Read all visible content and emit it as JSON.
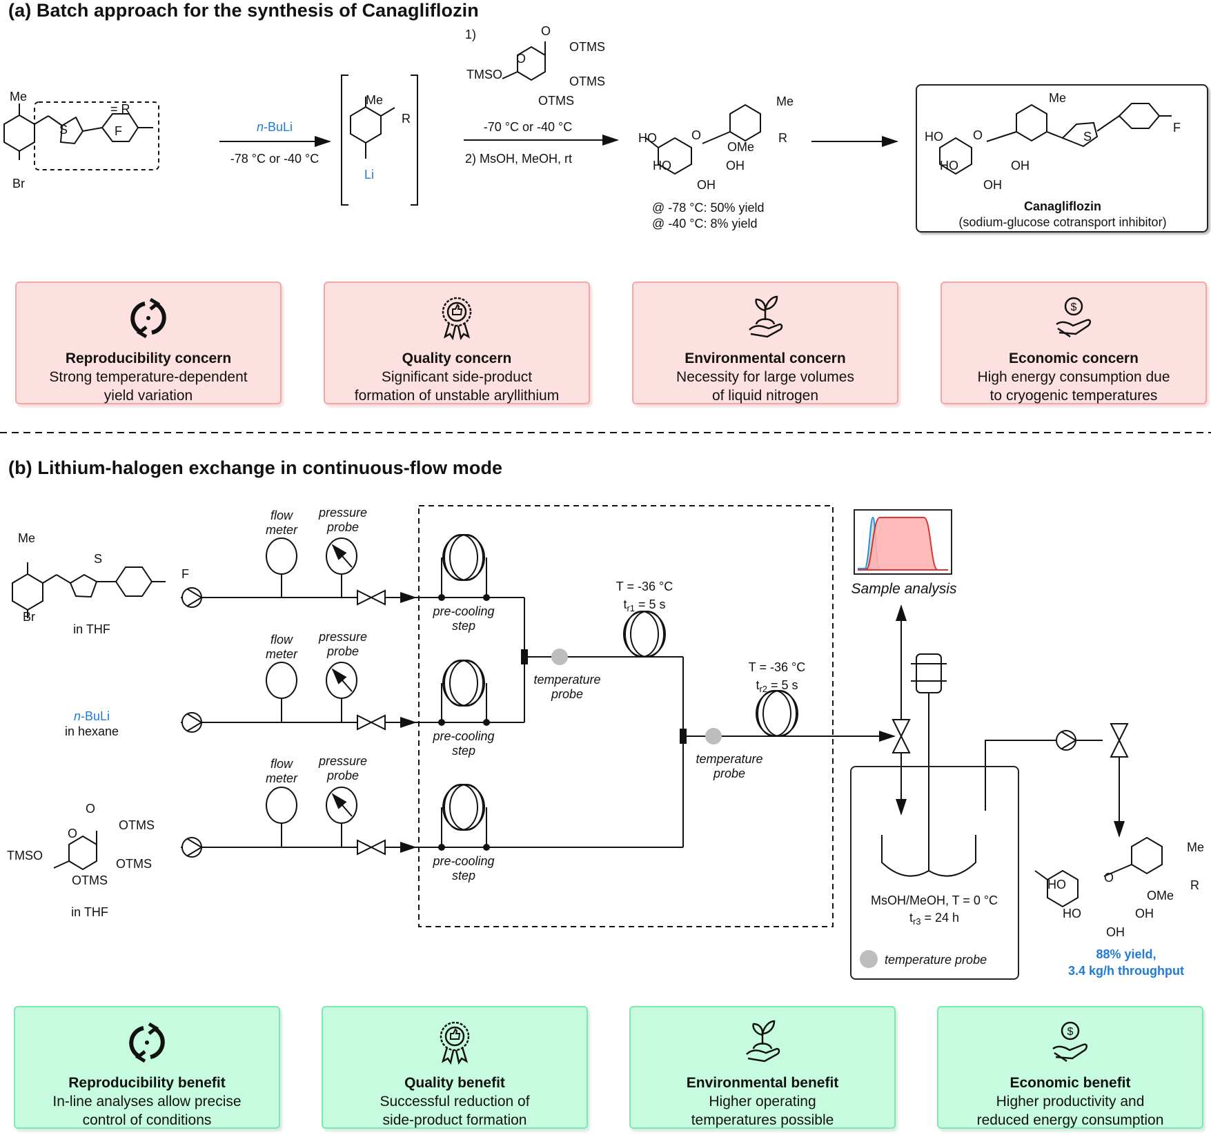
{
  "section_a": {
    "title": "(a) Batch approach for the synthesis of Canagliflozin",
    "start_material": {
      "me": "Me",
      "br": "Br",
      "s": "S",
      "f": "F",
      "r_label": "= R"
    },
    "step1": {
      "reagent": "n-BuLi",
      "reagent_italic": "n",
      "reagent_rest": "-BuLi",
      "conditions": "-78 °C or -40 °C"
    },
    "intermediate": {
      "me": "Me",
      "r": "R",
      "li": "Li"
    },
    "step2": {
      "label_1": "1)",
      "lactone": {
        "o": "O",
        "ring_o": "O",
        "otms_1": "OTMS",
        "otms_2": "OTMS",
        "otms_3": "OTMS",
        "tmso": "TMSO"
      },
      "conditions_1": "-70 °C or -40 °C",
      "conditions_2": "2) MsOH, MeOH, rt"
    },
    "glycoside": {
      "ho_1": "HO",
      "o": "O",
      "ome": "OMe",
      "me": "Me",
      "r": "R",
      "ho_2": "HO",
      "oh_1": "OH",
      "oh_2": "OH",
      "yield_1": "@ -78 °C: 50% yield",
      "yield_2": "@ -40 °C: 8% yield"
    },
    "product": {
      "ho_1": "HO",
      "o": "O",
      "me": "Me",
      "s": "S",
      "f": "F",
      "ho_2": "HO",
      "oh_1": "OH",
      "oh_2": "OH",
      "name": "Canagliflozin",
      "description": "(sodium-glucose cotransport inhibitor)"
    },
    "concerns": [
      {
        "icon": "reproducibility-icon",
        "title": "Reproducibility concern",
        "line1": "Strong temperature-dependent",
        "line2": "yield variation"
      },
      {
        "icon": "quality-award-icon",
        "title": "Quality concern",
        "line1": "Significant side-product",
        "line2": "formation of unstable aryllithium"
      },
      {
        "icon": "plant-hand-icon",
        "title": "Environmental concern",
        "line1": "Necessity for large volumes",
        "line2": "of liquid nitrogen"
      },
      {
        "icon": "money-hand-icon",
        "title": "Economic concern",
        "line1": "High energy consumption due",
        "line2": "to cryogenic temperatures"
      }
    ]
  },
  "section_b": {
    "title": "(b) Lithium-halogen exchange in continuous-flow mode",
    "feeds": [
      {
        "me": "Me",
        "s": "S",
        "f": "F",
        "br": "Br",
        "solvent": "in THF"
      },
      {
        "reagent_italic": "n",
        "reagent_rest": "-BuLi",
        "solvent": "in hexane"
      },
      {
        "o": "O",
        "ring_o": "O",
        "otms_1": "OTMS",
        "tmso": "TMSO",
        "otms_2": "OTMS",
        "otms_3": "OTMS",
        "solvent": "in THF"
      }
    ],
    "instruments": {
      "flow_1": "flow",
      "flow_2": "meter",
      "pressure_1": "pressure",
      "pressure_2": "probe"
    },
    "precooling": {
      "line1": "pre-cooling",
      "line2": "step"
    },
    "temp_probe": {
      "line1": "temperature",
      "line2": "probe"
    },
    "reactor1": {
      "temp": "T = -36 °C",
      "tr_prefix": "t",
      "tr_sub": "r1",
      "tr_value": " = 5 s"
    },
    "reactor2": {
      "temp": "T = -36 °C",
      "tr_prefix": "t",
      "tr_sub": "r2",
      "tr_value": " = 5 s"
    },
    "sample_analysis": "Sample analysis",
    "quench": {
      "conditions": "MsOH/MeOH, T = 0 °C",
      "tr_prefix": "t",
      "tr_sub": "r3",
      "tr_value": " = 24 h",
      "probe_legend": "temperature probe"
    },
    "product": {
      "ho_1": "HO",
      "o": "O",
      "ome": "OMe",
      "me": "Me",
      "r": "R",
      "ho_2": "HO",
      "oh_1": "OH",
      "oh_2": "OH",
      "yield": "88% yield,",
      "throughput": "3.4 kg/h throughput"
    },
    "benefits": [
      {
        "icon": "reproducibility-icon",
        "title": "Reproducibility benefit",
        "line1": "In-line analyses allow precise",
        "line2": "control of conditions"
      },
      {
        "icon": "quality-award-icon",
        "title": "Quality benefit",
        "line1": "Successful reduction of",
        "line2": "side-product formation"
      },
      {
        "icon": "plant-hand-icon",
        "title": "Environmental benefit",
        "line1": "Higher operating",
        "line2": "temperatures possible"
      },
      {
        "icon": "money-hand-icon",
        "title": "Economic benefit",
        "line1": "Higher productivity and",
        "line2": "reduced energy consumption"
      }
    ]
  },
  "colors": {
    "accent_blue": "#1f7bd6",
    "concern_bg": "#fde0e0",
    "concern_border": "#f4a6a6",
    "benefit_bg": "#c6fbe0",
    "benefit_border": "#7ee8b0",
    "probe_gray": "#bdbdbd",
    "chromatogram_red": "#d42020",
    "chromatogram_blue": "#2a8ae0"
  }
}
